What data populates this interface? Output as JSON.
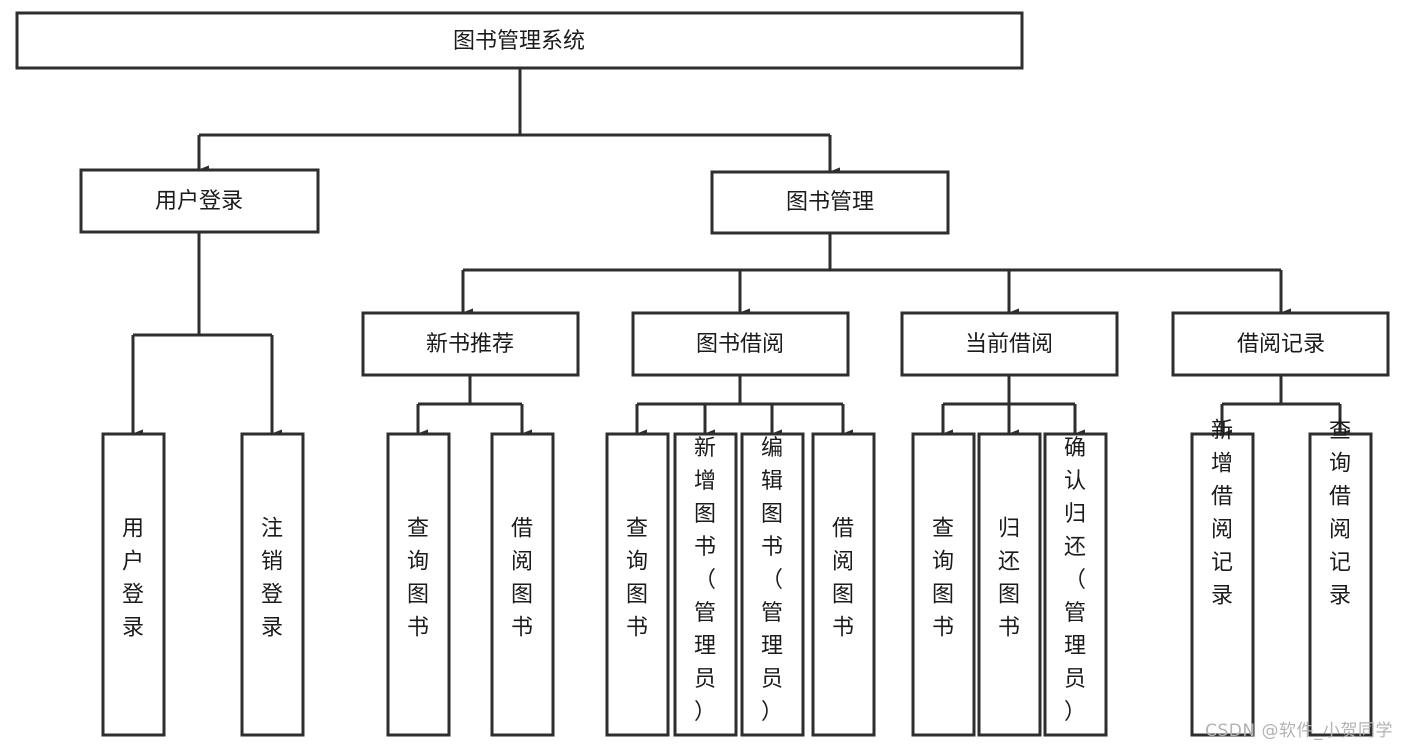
{
  "diagram": {
    "type": "tree-hierarchy-flowchart",
    "title": "图书管理系统",
    "orientation": "top-down",
    "box_fill": "#ffffff",
    "box_stroke": "#2e2e2e",
    "connector_color": "#2e2e2e",
    "background": "#ffffff",
    "root": {
      "label": "图书管理系统",
      "orientation": "horizontal"
    },
    "level2": [
      {
        "id": "user-login",
        "label": "用户登录",
        "orientation": "horizontal"
      },
      {
        "id": "book-manage",
        "label": "图书管理",
        "orientation": "horizontal"
      }
    ],
    "level3": [
      {
        "id": "new-book-recommend",
        "label": "新书推荐",
        "orientation": "horizontal",
        "parent": "book-manage"
      },
      {
        "id": "book-borrow",
        "label": "图书借阅",
        "orientation": "horizontal",
        "parent": "book-manage"
      },
      {
        "id": "current-borrow",
        "label": "当前借阅",
        "orientation": "horizontal",
        "parent": "book-manage"
      },
      {
        "id": "borrow-record",
        "label": "借阅记录",
        "orientation": "horizontal",
        "parent": "book-manage"
      }
    ],
    "leaves": {
      "user-login": [
        {
          "id": "leaf-user-login",
          "label": "用户登录",
          "orientation": "vertical"
        },
        {
          "id": "leaf-logout",
          "label": "注销登录",
          "orientation": "vertical"
        }
      ],
      "new-book-recommend": [
        {
          "id": "leaf-query-book-1",
          "label": "查询图书",
          "orientation": "vertical"
        },
        {
          "id": "leaf-borrow-book-1",
          "label": "借阅图书",
          "orientation": "vertical"
        }
      ],
      "book-borrow": [
        {
          "id": "leaf-query-book-2",
          "label": "查询图书",
          "orientation": "vertical"
        },
        {
          "id": "leaf-add-book",
          "label": "新增图书（管理员）",
          "orientation": "vertical"
        },
        {
          "id": "leaf-edit-book",
          "label": "编辑图书（管理员）",
          "orientation": "vertical"
        },
        {
          "id": "leaf-borrow-book-2",
          "label": "借阅图书",
          "orientation": "vertical"
        }
      ],
      "current-borrow": [
        {
          "id": "leaf-query-book-3",
          "label": "查询图书",
          "orientation": "vertical"
        },
        {
          "id": "leaf-return-book",
          "label": "归还图书",
          "orientation": "vertical"
        },
        {
          "id": "leaf-confirm-return",
          "label": "确认归还（管理员）",
          "orientation": "vertical"
        }
      ],
      "borrow-record": [
        {
          "id": "leaf-add-record",
          "label": "新增借阅记录",
          "orientation": "vertical"
        },
        {
          "id": "leaf-query-record",
          "label": "查询借阅记录",
          "orientation": "vertical"
        }
      ]
    }
  },
  "watermark": {
    "text": "CSDN @软件_小贺同学"
  }
}
